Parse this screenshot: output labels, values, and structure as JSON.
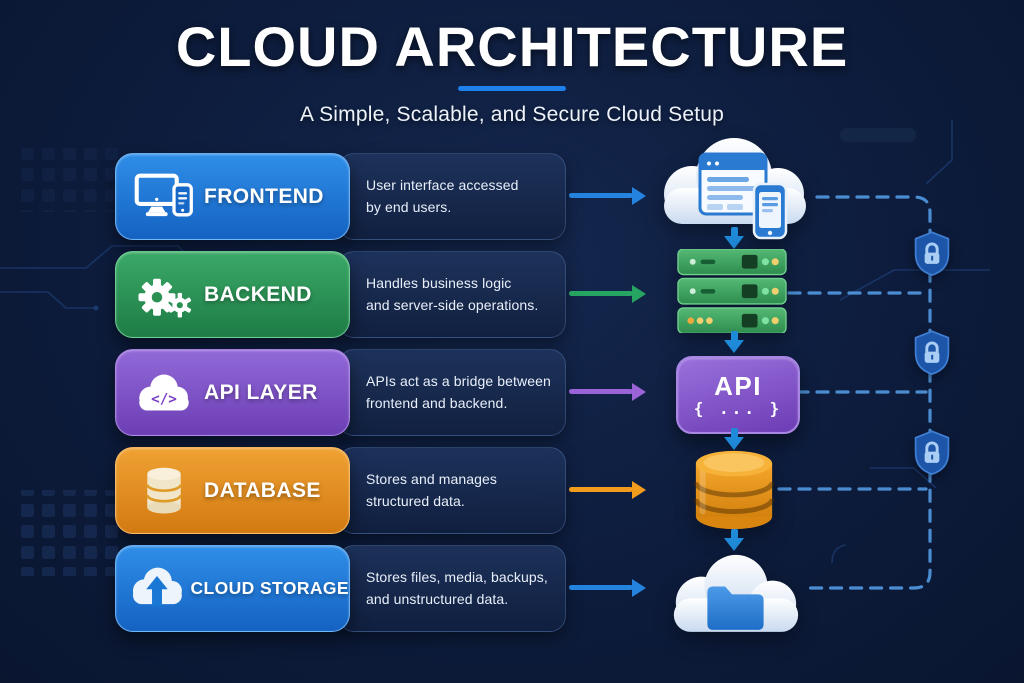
{
  "header": {
    "title": "CLOUD ARCHITECTURE",
    "subtitle": "A Simple, Scalable, and Secure Cloud Setup"
  },
  "layers": [
    {
      "id": "frontend",
      "label": "FRONTEND",
      "description": "User interface accessed\nby end users.",
      "icon": "monitor-and-phone-icon",
      "target_icon": "cloud-with-browser-and-phone-icon",
      "accent": "#2583e0"
    },
    {
      "id": "backend",
      "label": "BACKEND",
      "description": "Handles business logic\nand server-side operations.",
      "icon": "gears-icon",
      "target_icon": "server-stack-icon",
      "accent": "#27a461"
    },
    {
      "id": "api-layer",
      "label": "API LAYER",
      "description": "APIs act as a bridge between\nfrontend and backend.",
      "icon": "cloud-code-icon",
      "target_icon": "api-box",
      "accent": "#9a63d8"
    },
    {
      "id": "database",
      "label": "DATABASE",
      "description": "Stores and manages\nstructured data.",
      "icon": "database-cylinder-icon",
      "target_icon": "database-cylinder-3d-icon",
      "accent": "#f29c1e"
    },
    {
      "id": "cloud-storage",
      "label": "CLOUD STORAGE",
      "description": "Stores files, media, backups,\nand unstructured data.",
      "icon": "cloud-upload-icon",
      "target_icon": "cloud-with-folder-icon",
      "accent": "#2583e0"
    }
  ],
  "api_box": {
    "title": "API",
    "braces": "{ ... }"
  },
  "security": {
    "shield_lock_icons": 3,
    "rail_style": "dashed"
  },
  "palette": {
    "background": "#0d1c3c",
    "description_panel": "#1a2f5a",
    "title_underline": "#1e80ea",
    "dashed_rail": "#4f93da",
    "down_arrow": "#1f8ad8",
    "shield": "#1d55a8",
    "shield_lock": "#aacdf4"
  }
}
